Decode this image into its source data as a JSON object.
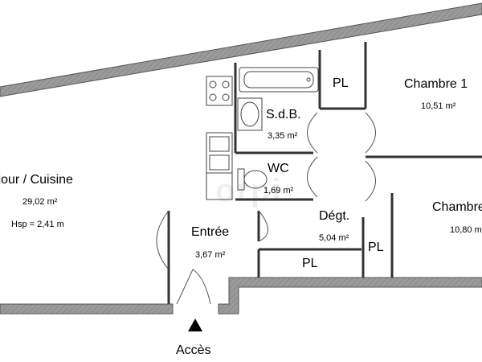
{
  "rooms": {
    "sejour": {
      "name": "Séjour / Cuisine",
      "area": "29,02 m²",
      "height": "Hsp = 2,41 m"
    },
    "chambre1": {
      "name": "Chambre 1",
      "area": "10,51 m²"
    },
    "chambre2": {
      "name": "Chambre",
      "area": "10,80 m²"
    },
    "sdb": {
      "name": "S.d.B.",
      "area": "3,35 m²"
    },
    "wc": {
      "name": "WC",
      "area": "1,69 m²"
    },
    "degt": {
      "name": "Dégt.",
      "area": "5,04 m²"
    },
    "entree": {
      "name": "Entrée",
      "area": "3,67 m²"
    }
  },
  "closets": {
    "pl_top": "PL",
    "pl_bottom": "PL",
    "pl_right": "PL"
  },
  "access_label": "Accès",
  "watermark": "orpi",
  "wall_color": "#9a9a9a"
}
